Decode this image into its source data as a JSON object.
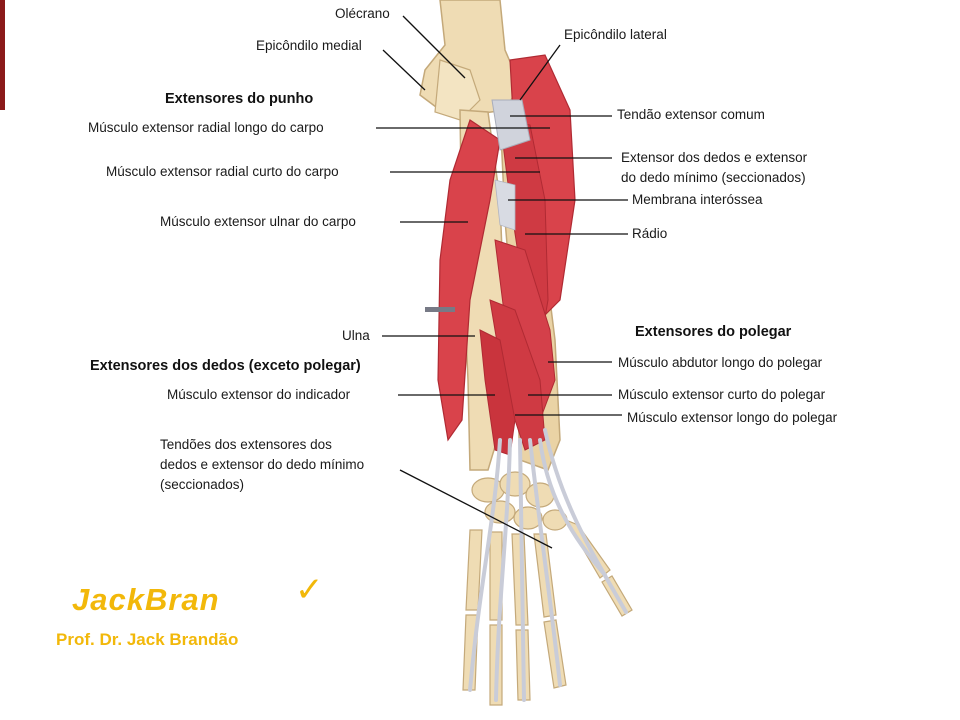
{
  "headings": {
    "wrist": "Extensores do punho",
    "fingers": "Extensores dos dedos (exceto polegar)",
    "thumb": "Extensores do polegar"
  },
  "labels": {
    "olecranon": "Olécrano",
    "medial_epicondyle": "Epicôndilo medial",
    "lateral_epicondyle": "Epicôndilo lateral",
    "common_tendon": "Tendão extensor comum",
    "ecrl": "Músculo extensor radial longo do carpo",
    "ecrb": "Músculo extensor radial curto do carpo",
    "edm_line1": "Extensor dos dedos e extensor",
    "edm_line2": "do dedo mínimo (seccionados)",
    "interosseous": "Membrana interóssea",
    "radius": "Rádio",
    "ecu": "Músculo extensor ulnar do carpo",
    "ulna": "Ulna",
    "apl": "Músculo abdutor longo do polegar",
    "indicis": "Músculo extensor do indicador",
    "epb": "Músculo extensor curto do polegar",
    "epl": "Músculo extensor longo do polegar",
    "tendons_line1": "Tendões dos extensores dos",
    "tendons_line2": "dedos e extensor do dedo mínimo",
    "tendons_line3": "(seccionados)"
  },
  "brand": {
    "name": "JackBran",
    "subtitle": "Prof. Dr. Jack Brandão",
    "check": "✓",
    "color": "#f2b80a"
  },
  "colors": {
    "muscle": "#d9434b",
    "muscle_dark": "#b02a33",
    "bone": "#efdcb4",
    "tendon": "#c9ccd8",
    "accent_bar": "#8b1a1a"
  }
}
